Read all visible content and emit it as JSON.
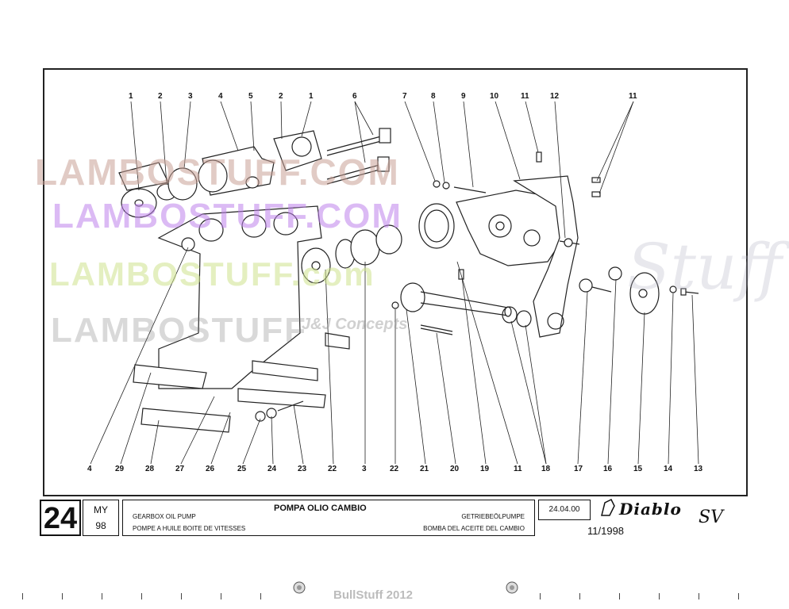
{
  "diagram": {
    "callouts_top": [
      "1",
      "2",
      "3",
      "4",
      "5",
      "2",
      "1",
      "6",
      "7",
      "8",
      "9",
      "10",
      "11",
      "12",
      "11"
    ],
    "callouts_bottom": [
      "4",
      "29",
      "28",
      "27",
      "26",
      "25",
      "24",
      "23",
      "22",
      "3",
      "22",
      "21",
      "20",
      "19",
      "11",
      "18",
      "17",
      "16",
      "15",
      "14",
      "13"
    ]
  },
  "watermarks": {
    "line1": "LAMBOSTUFF.COM",
    "line2": "LAMBOSTUFF.COM",
    "line3": "LAMBOSTUFF.com",
    "line4": "LAMBOSTUFF",
    "line5": "J&J Concepts",
    "line6": "Stuff"
  },
  "title_block": {
    "page_number": "24",
    "my_label": "MY",
    "my_year": "98",
    "title_italian": "POMPA OLIO CAMBIO",
    "title_english": "GEARBOX OIL PUMP",
    "title_french": "POMPE A HUILE BOITE DE VITESSES",
    "title_german": "GETRIEBEÖLPUMPE",
    "title_spanish": "BOMBA DEL ACEITE DEL CAMBIO",
    "date": "24.04.00",
    "logo_text": "Diablo",
    "logo_suffix": "SV",
    "issue": "11/1998"
  },
  "footer": {
    "brand": "BullStuff 2012"
  }
}
